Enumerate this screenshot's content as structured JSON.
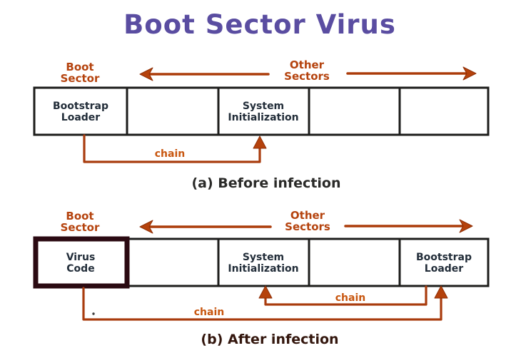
{
  "title": "Boot Sector Virus",
  "colors": {
    "title": "#5a4da1",
    "sector_label": "#b5430e",
    "chain_label": "#c8560f",
    "arrow": "#b5420c",
    "box_border": "#1d1d1b",
    "virus_box_border": "#2b0a12",
    "box_text": "#222d39",
    "caption_before": "#2a2a28",
    "caption_after": "#33160d",
    "background": "#ffffff"
  },
  "diagram_a": {
    "boot_sector": {
      "line1": "Boot",
      "line2": "Sector"
    },
    "other_sectors": {
      "line1": "Other",
      "line2": "Sectors"
    },
    "boxes": [
      {
        "line1": "Bootstrap",
        "line2": "Loader"
      },
      {
        "line1": "",
        "line2": ""
      },
      {
        "line1": "System",
        "line2": "Initialization"
      },
      {
        "line1": "",
        "line2": ""
      },
      {
        "line1": "",
        "line2": ""
      }
    ],
    "chain_label": "chain",
    "caption": "(a) Before infection"
  },
  "diagram_b": {
    "boot_sector": {
      "line1": "Boot",
      "line2": "Sector"
    },
    "other_sectors": {
      "line1": "Other",
      "line2": "Sectors"
    },
    "boxes": [
      {
        "line1": "Virus",
        "line2": "Code"
      },
      {
        "line1": "",
        "line2": ""
      },
      {
        "line1": "System",
        "line2": "Initialization"
      },
      {
        "line1": "",
        "line2": ""
      },
      {
        "line1": "Bootstrap",
        "line2": "Loader"
      }
    ],
    "chain_label_upper": "chain",
    "chain_label_lower": "chain",
    "caption": "(b) After infection"
  }
}
